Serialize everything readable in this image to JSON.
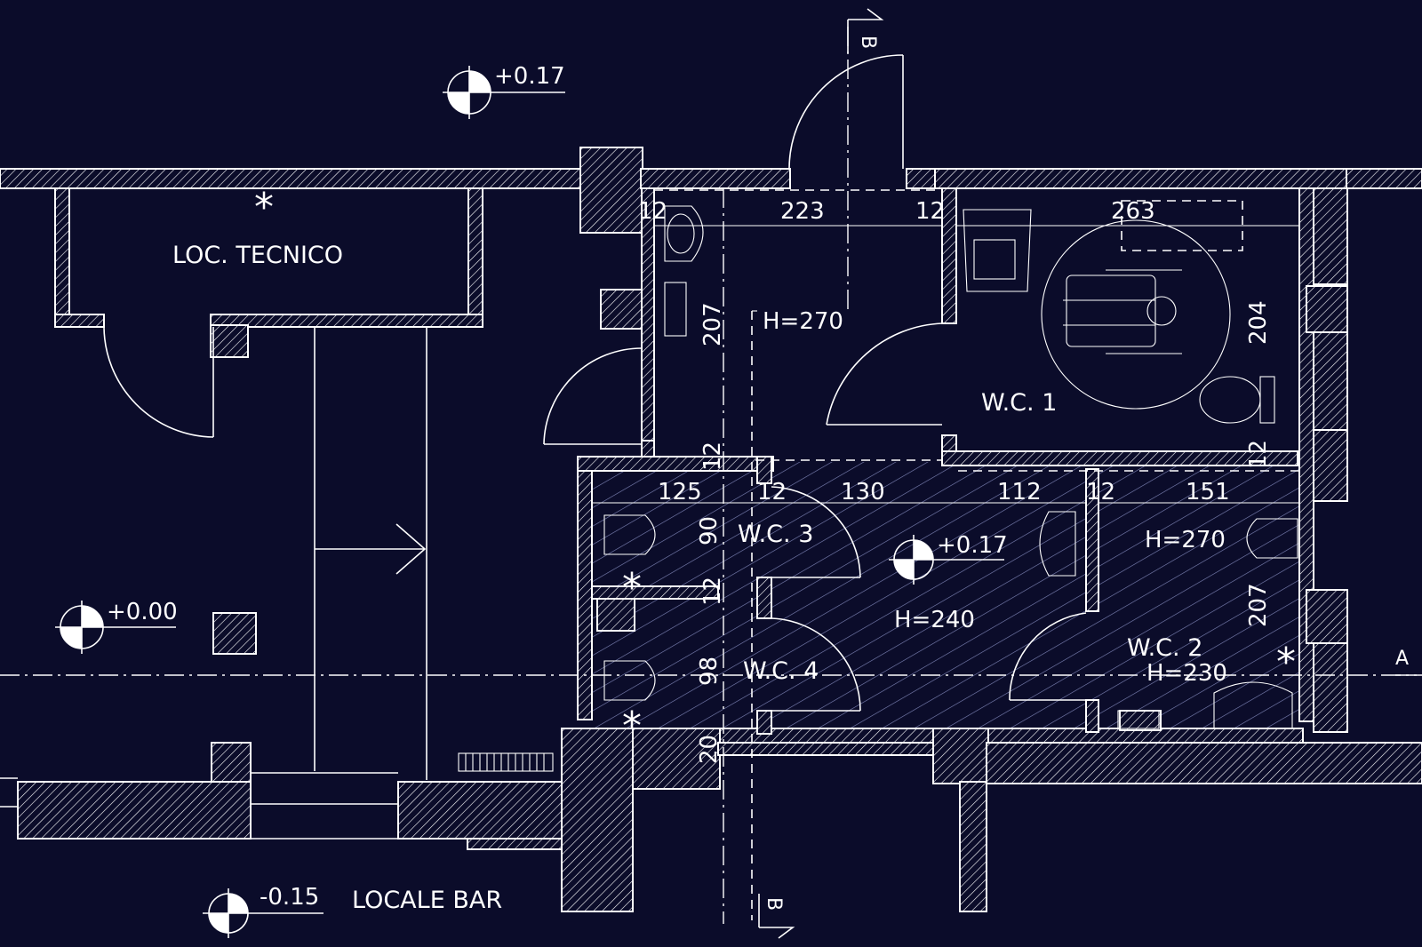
{
  "rooms": {
    "loc_tecnico": "LOC. TECNICO",
    "wc1": "W.C. 1",
    "wc2": "W.C. 2",
    "wc3": "W.C. 3",
    "wc4": "W.C. 4",
    "locale_bar": "LOCALE BAR"
  },
  "levels": {
    "top": "+0.17",
    "antibagno": "+0.17",
    "bar": "+0.00",
    "entrance": "-0.15"
  },
  "heights": {
    "corridor": "H=270",
    "wc2_upper": "H=270",
    "antibagno": "H=240",
    "wc2": "H=230"
  },
  "dimensions": {
    "d223": "223",
    "d263": "263",
    "d12a": "12",
    "d12b": "12",
    "d207a": "207",
    "d204": "204",
    "d125": "125",
    "d12c": "12",
    "d130": "130",
    "d112": "112",
    "d12d": "12",
    "d151": "151",
    "d90": "90",
    "d98": "98",
    "d12e": "12",
    "d12f": "12",
    "d207b": "207",
    "d12g": "12",
    "d20": "20"
  },
  "markers": {
    "star": "*",
    "section_b": "B",
    "section_a": "A"
  },
  "colors": {
    "background": "#0b0c2a",
    "lines": "#ffffff"
  }
}
